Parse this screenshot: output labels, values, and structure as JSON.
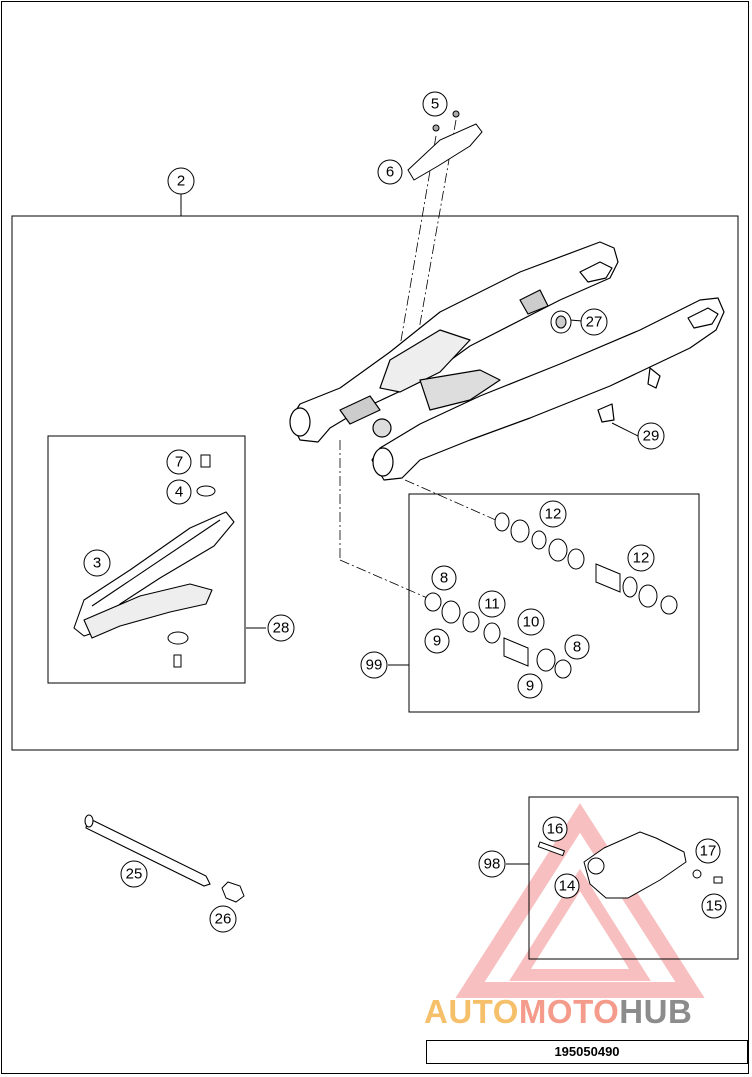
{
  "diagram": {
    "document_number": "195050490",
    "watermark": {
      "part1": "AUTO",
      "part2": "MOTO",
      "part3": "HUB"
    },
    "callouts": {
      "c2": "2",
      "c3": "3",
      "c4": "4",
      "c5": "5",
      "c6": "6",
      "c7": "7",
      "c8a": "8",
      "c8b": "8",
      "c9a": "9",
      "c9b": "9",
      "c10": "10",
      "c11": "11",
      "c12a": "12",
      "c12b": "12",
      "c14": "14",
      "c15": "15",
      "c16": "16",
      "c17": "17",
      "c25": "25",
      "c26": "26",
      "c27": "27",
      "c28": "28",
      "c29": "29",
      "c98": "98",
      "c99": "99"
    }
  }
}
